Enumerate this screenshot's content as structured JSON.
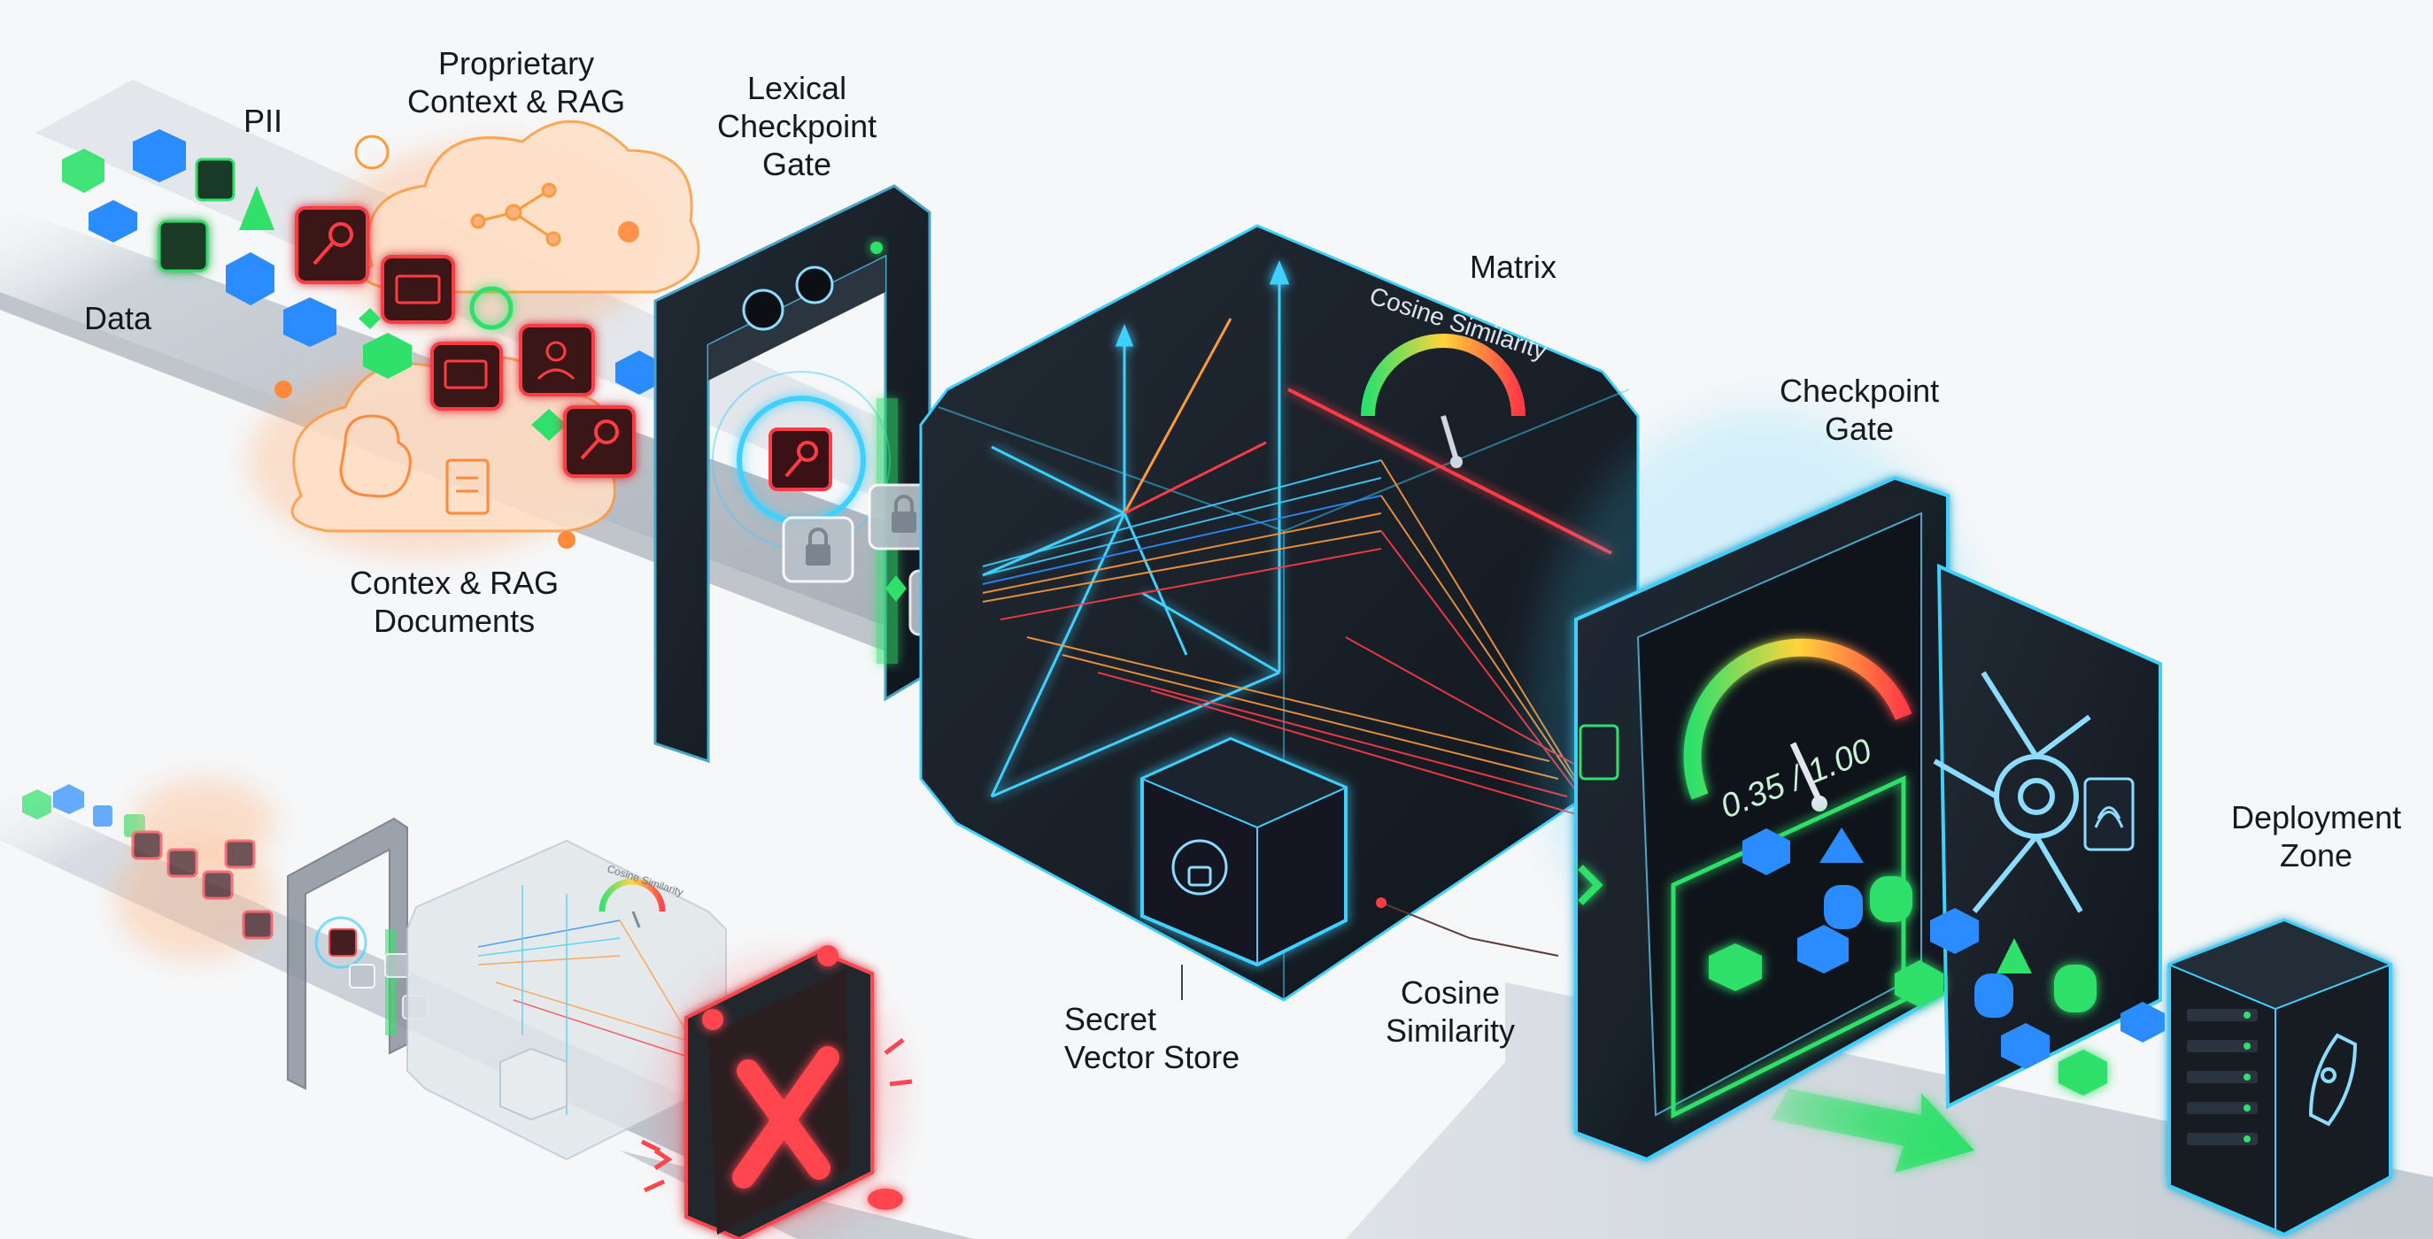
{
  "labels": {
    "pii": "PII",
    "proprietary": [
      "Proprietary",
      "Context & RAG"
    ],
    "data": "Data",
    "lexical_gate": [
      "Lexical",
      "Checkpoint",
      "Gate"
    ],
    "context_docs": [
      "Contex & RAG",
      "Documents"
    ],
    "matrix": "Matrix",
    "cosine_gauge": "Cosine Similarity",
    "checkpoint_gate": [
      "Checkpoint",
      "Gate"
    ],
    "score": "0.35 / 1.00",
    "deployment": [
      "Deployment",
      "Zone"
    ],
    "secret_store": [
      "Secret",
      "Vector Store"
    ],
    "cosine_similarity": [
      "Cosine",
      "Similarity"
    ],
    "mini_cosine_gauge": "Cosine Similarity"
  },
  "colors": {
    "background": "#f6f7f8",
    "panel_dark": "#161c24",
    "neon_cyan": "#3fd0ff",
    "neon_green": "#2fe06a",
    "neon_red": "#ff3b45",
    "neon_orange": "#ff9a3c",
    "token_blue": "#2a8cff"
  },
  "icons": [
    "key-icon",
    "credit-card-icon",
    "id-card-icon",
    "gear-icon",
    "document-icon",
    "cube-icon",
    "lock-icon",
    "gauge-icon",
    "rocket-icon",
    "fingerprint-icon",
    "vault-wheel-icon",
    "reject-x-icon",
    "chevron-right-icon",
    "arrow-icon",
    "brain-icon",
    "globe-icon",
    "network-icon"
  ]
}
